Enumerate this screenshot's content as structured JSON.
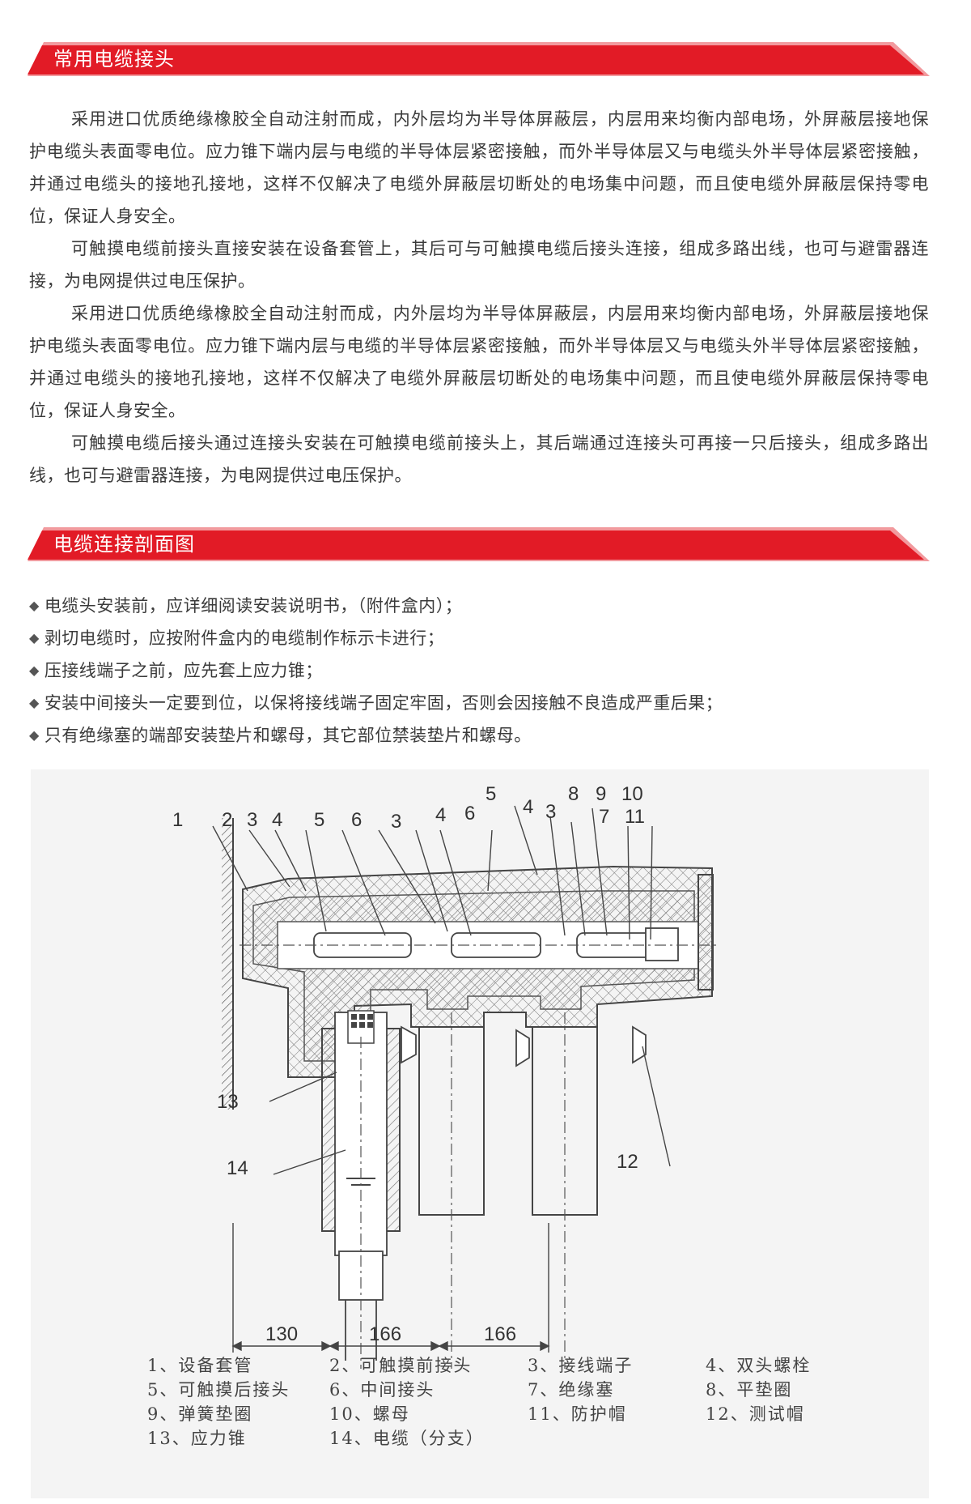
{
  "sections": {
    "cable_joint": {
      "title": "常用电缆接头",
      "paragraphs": [
        "采用进口优质绝缘橡胶全自动注射而成，内外层均为半导体屏蔽层，内层用来均衡内部电场，外屏蔽层接地保 护电缆头表面零电位。应力锥下端内层与电缆的半导体层紧密接触，而外半导体层又与电缆头外半导体层紧密接触， 并通过电缆头的接地孔接地，这样不仅解决了电缆外屏蔽层切断处的电场集中问题，而且使电缆外屏蔽层保持零电 位，保证人身安全。",
        "可触摸电缆前接头直接安装在设备套管上，其后可与可触摸电缆后接头连接，组成多路出线，也可与避雷器连 接，为电网提供过电压保护。",
        "采用进口优质绝缘橡胶全自动注射而成，内外层均为半导体屏蔽层，内层用来均衡内部电场，外屏蔽层接地保 护电缆头表面零电位。应力锥下端内层与电缆的半导体层紧密接触，而外半导体层又与电缆头外半导体层紧密接触， 并通过电缆头的接地孔接地，这样不仅解决了电缆外屏蔽层切断处的电场集中问题，而且使电缆外屏蔽层保持零电 位，保证人身安全。",
        "可触摸电缆后接头通过连接头安装在可触摸电缆前接头上，其后端通过连接头可再接一只后接头，组成多路出 线，也可与避雷器连接，为电网提供过电压保护。"
      ]
    },
    "cross_section": {
      "title": "电缆连接剖面图",
      "bullets": [
        "电缆头安装前，应详细阅读安装说明书，（附件盒内）；",
        "剥切电缆时，应按附件盒内的电缆制作标示卡进行；",
        "压接线端子之前，应先套上应力锥；",
        "安装中间接头一定要到位，以保将接线端子固定牢固，否则会因接触不良造成严重后果；",
        "只有绝缘塞的端部安装垫片和螺母，其它部位禁装垫片和螺母。"
      ]
    }
  },
  "diagram": {
    "labels": [
      "1",
      "2",
      "3",
      "4",
      "5",
      "6",
      "3",
      "4",
      "6",
      "5",
      "4",
      "3",
      "8",
      "9",
      "10",
      "7",
      "11",
      "12",
      "13",
      "14"
    ],
    "dimensions": [
      "130",
      "166",
      "166"
    ],
    "legend": [
      [
        "1、设备套管",
        "2、可触摸前接头",
        "3、接线端子",
        "4、双头螺栓"
      ],
      [
        "5、可触摸后接头",
        "6、中间接头",
        "7、绝缘塞",
        "8、平垫圈"
      ],
      [
        "9、弹簧垫圈",
        "10、螺母",
        "11、防护帽",
        "12、测试帽"
      ],
      [
        "13、应力锥",
        "14、电缆（分支）"
      ]
    ]
  },
  "colors": {
    "accent": "#e21b26",
    "accent_light": "#f08a8f",
    "figure_bg": "#f4f4f4",
    "line": "#555555"
  }
}
